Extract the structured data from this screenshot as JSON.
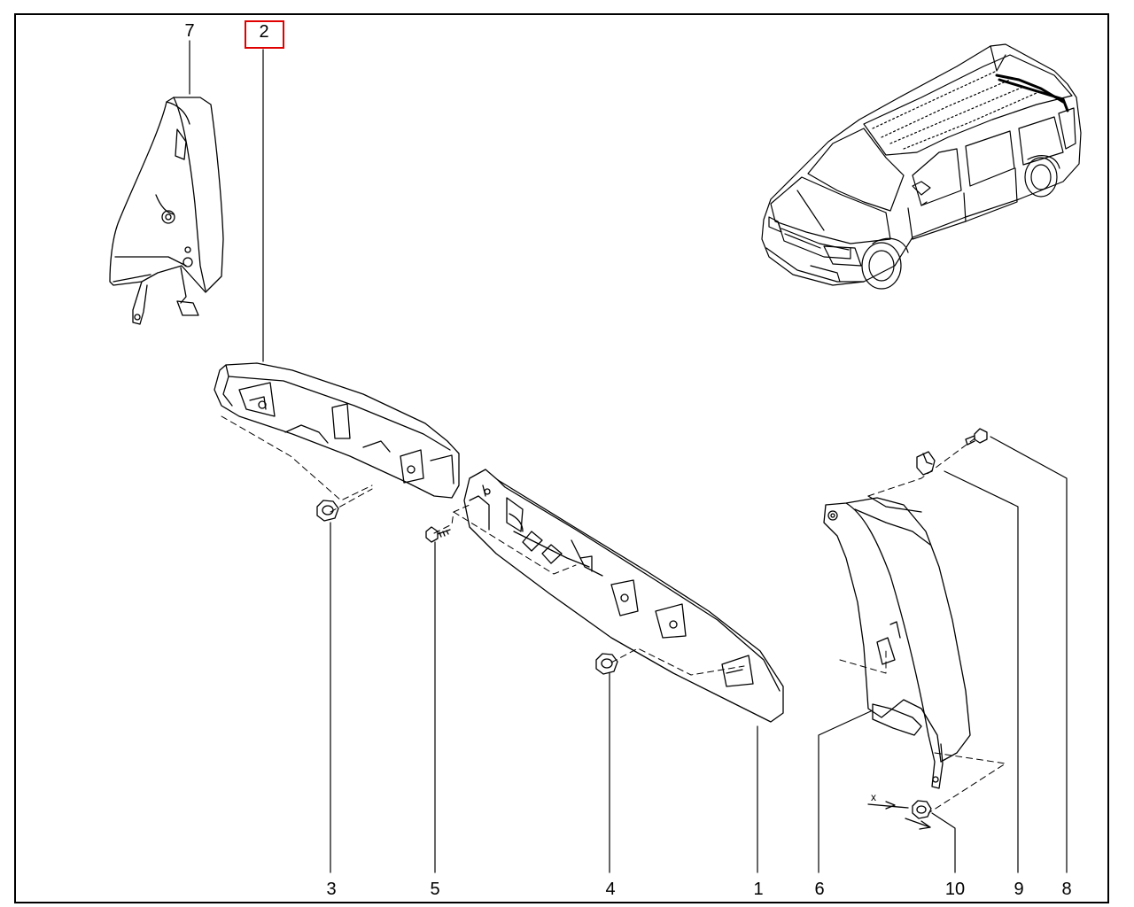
{
  "diagram": {
    "highlighted_part": "2",
    "watermark": "",
    "x_marker": "x",
    "callouts": {
      "p1": "1",
      "p2": "2",
      "p3": "3",
      "p4": "4",
      "p5": "5",
      "p6": "6",
      "p7": "7",
      "p8": "8",
      "p9": "9",
      "p10": "10"
    }
  },
  "colors": {
    "line": "#000000",
    "highlight": "#e00000",
    "background": "#ffffff"
  }
}
